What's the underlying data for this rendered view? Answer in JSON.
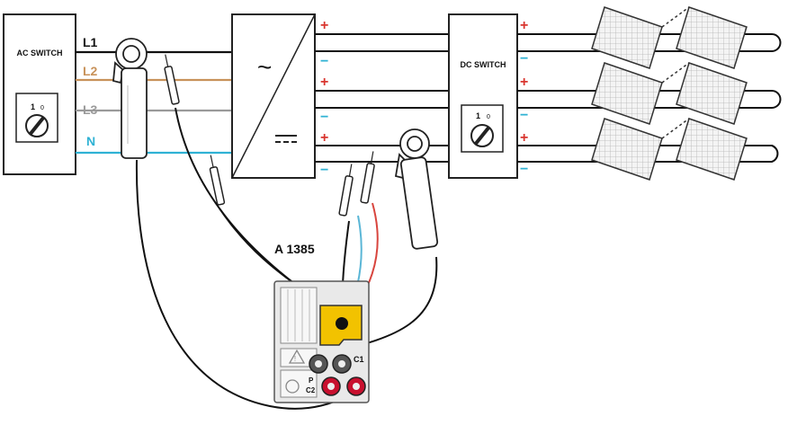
{
  "ac_switch": {
    "label": "AC SWITCH",
    "pos_on": "1",
    "pos_off": "0"
  },
  "dc_switch": {
    "label": "DC SWITCH",
    "pos_on": "1",
    "pos_off": "0"
  },
  "lines": {
    "l1": "L1",
    "l2": "L2",
    "l3": "L3",
    "n": "N",
    "colors": {
      "l1": "#111111",
      "l2": "#c8925a",
      "l3": "#9a9a9a",
      "n": "#2fb2d4"
    }
  },
  "inverter": {
    "ac_symbol": "~",
    "dc_symbol": "⎓"
  },
  "polarity": {
    "plus": "+",
    "minus": "−",
    "plus_color": "#d9362f",
    "minus_color": "#2fb2d4"
  },
  "instrument": {
    "model_label": "A 1385",
    "terminal_c1": "C1",
    "terminal_p": "P",
    "terminal_c2": "C2",
    "body_color": "#e9e9e9",
    "connector_color": "#f2c200",
    "terminal_dark": "#555555",
    "terminal_red": "#c8102e"
  },
  "leads": {
    "blue": "#5ab6d6",
    "red": "#d8453e",
    "black": "#111111"
  }
}
